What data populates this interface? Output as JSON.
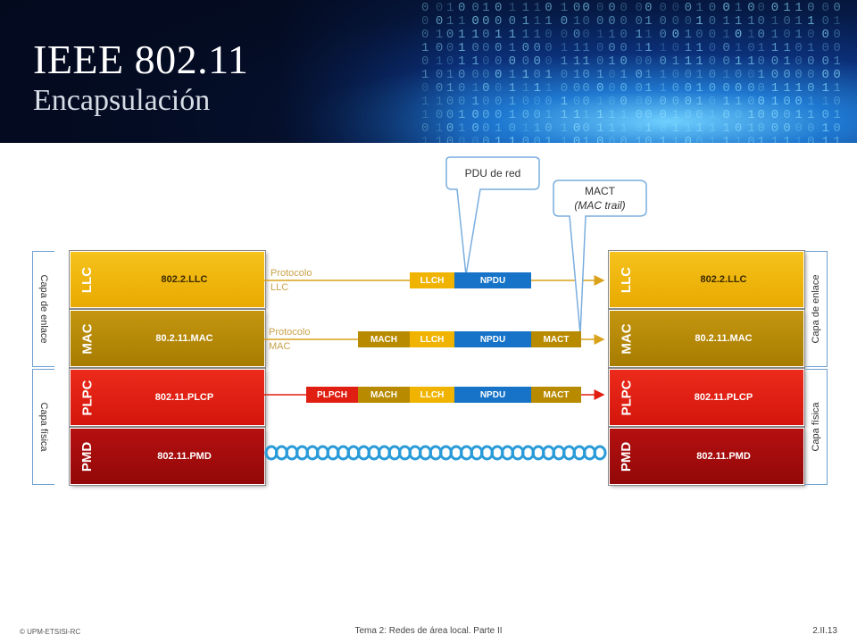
{
  "title": {
    "main": "IEEE 802.11",
    "sub": "Encapsulación"
  },
  "colors": {
    "llc": "#f0b400",
    "mac": "#b88a00",
    "plpc": "#e01e12",
    "pmd": "#a50b0b",
    "npdu": "#1673c8",
    "wave": "#2a9bd8"
  },
  "layers_left": [
    {
      "name": "LLC",
      "text": "802.2.LLC"
    },
    {
      "name": "MAC",
      "text": "80.2.11.MAC"
    },
    {
      "name": "PLPC",
      "text": "802.11.PLCP"
    },
    {
      "name": "PMD",
      "text": "802.11.PMD"
    }
  ],
  "layers_right": [
    {
      "name": "LLC",
      "text": "802.2.LLC"
    },
    {
      "name": "MAC",
      "text": "80.2.11.MAC"
    },
    {
      "name": "PLPC",
      "text": "802.11.PLCP"
    },
    {
      "name": "PMD",
      "text": "802.11.PMD"
    }
  ],
  "side_labels": {
    "left_link": "Capa de enlace",
    "left_phys": "Capa física",
    "right_link": "Capa de enlace",
    "right_phys": "Capa física"
  },
  "protocols": {
    "llc": [
      "Protocolo",
      "LLC"
    ],
    "mac": [
      "Protocolo",
      "MAC"
    ]
  },
  "frames": {
    "llc": [
      "LLCH",
      "NPDU"
    ],
    "mac": [
      "MACH",
      "LLCH",
      "NPDU",
      "MACT"
    ],
    "phy": [
      "PLPCH",
      "MACH",
      "LLCH",
      "NPDU",
      "MACT"
    ]
  },
  "callouts": {
    "pdu": "PDU de red",
    "mact_line1": "MACT",
    "mact_line2": "(MAC trail)"
  },
  "footer": {
    "left": "© UPM-ETSISI-RC",
    "center": "Tema 2: Redes de área local. Parte II",
    "right": "2.II.13"
  }
}
